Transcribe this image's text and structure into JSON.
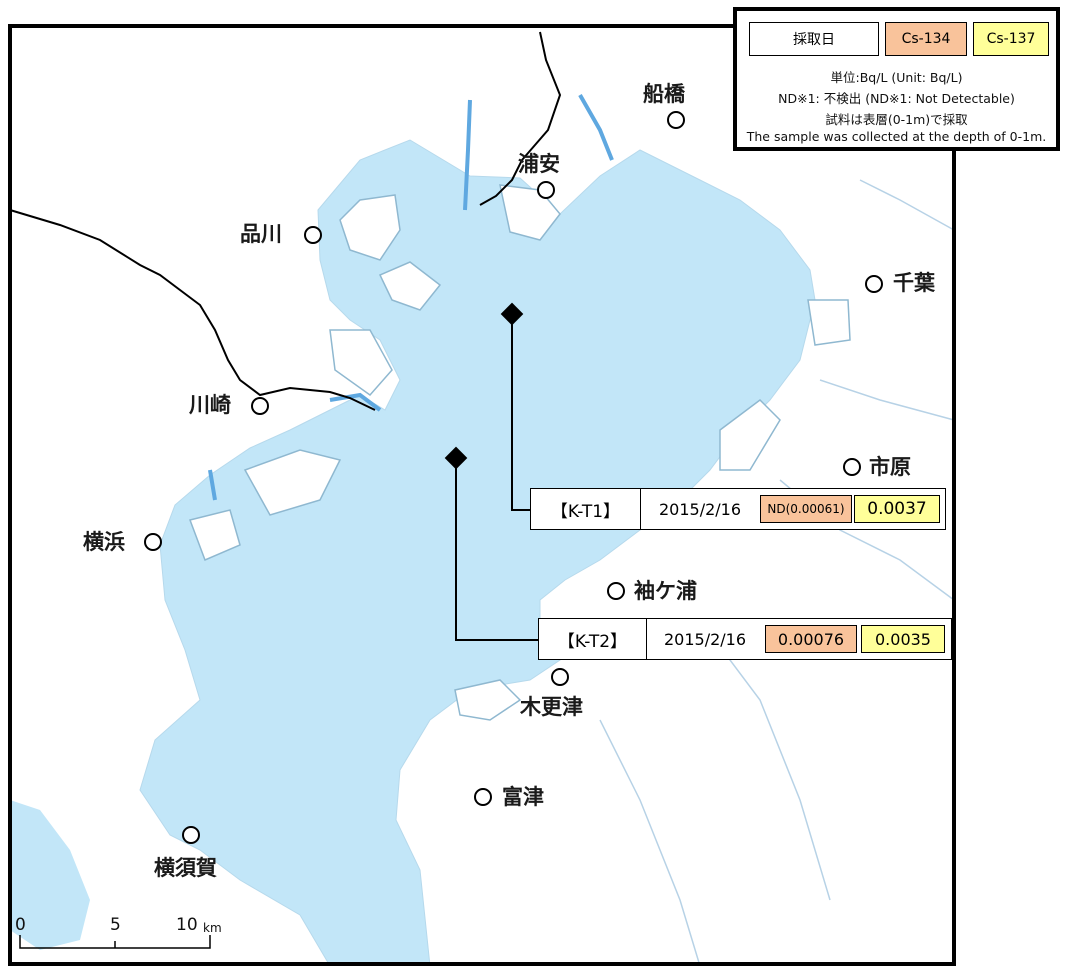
{
  "legend": {
    "date_header": "採取日",
    "cs134_header": "Cs-134",
    "cs137_header": "Cs-137",
    "unit_line": "単位:Bq/L (Unit: Bq/L)",
    "nd_line": "ND※1: 不検出 (ND※1: Not Detectable)",
    "depth_ja": "試料は表層(0-1m)で採取",
    "depth_en": "The sample was collected at the depth of 0-1m."
  },
  "places": {
    "funabashi": "船橋",
    "urayasu": "浦安",
    "shinagawa": "品川",
    "chiba": "千葉",
    "kawasaki": "川崎",
    "ichihara": "市原",
    "yokohama": "横浜",
    "sodegaura": "袖ケ浦",
    "kisarazu": "木更津",
    "futtsu": "富津",
    "yokosuka": "横須賀"
  },
  "samples": [
    {
      "id": "【K-T1】",
      "date": "2015/2/16",
      "cs134": "ND(0.00061)",
      "cs137": "0.0037"
    },
    {
      "id": "【K-T2】",
      "date": "2015/2/16",
      "cs134": "0.00076",
      "cs137": "0.0035"
    }
  ],
  "scale": {
    "zero": "0",
    "five": "5",
    "ten": "10",
    "unit": "km"
  },
  "colors": {
    "water": "#c2e6f8",
    "river": "#5fa8e0",
    "cs134": "#f9c39b",
    "cs137": "#ffff99"
  }
}
